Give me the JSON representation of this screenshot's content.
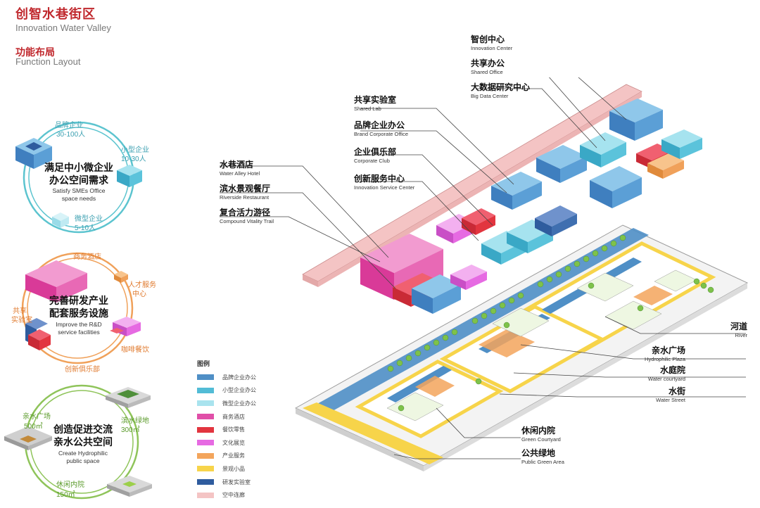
{
  "header": {
    "title_cn": "创智水巷街区",
    "title_en": "Innovation Water Valley",
    "section_cn": "功能布局",
    "section_en": "Function Layout"
  },
  "circle1": {
    "center_cn_1": "满足中小微企业",
    "center_cn_2": "办公空间需求",
    "center_en_1": "Satisfy SMEs Office",
    "center_en_2": "space needs",
    "label_brand_cn": "品牌企业",
    "label_brand_num": "30-100人",
    "label_small_cn": "小型企业",
    "label_small_num": "10-30人",
    "label_micro_cn": "微型企业",
    "label_micro_num": "5-10人"
  },
  "circle2": {
    "center_cn_1": "完善研发产业",
    "center_cn_2": "配套服务设施",
    "center_en_1": "Improve the R&D",
    "center_en_2": "service facilities",
    "label_hotel": "商务酒店",
    "label_talent_1": "人才服务",
    "label_talent_2": "中心",
    "label_lab_1": "共享",
    "label_lab_2": "实验室",
    "label_cafe": "咖啡餐饮",
    "label_club": "创新俱乐部"
  },
  "circle3": {
    "center_cn_1": "创造促进交流",
    "center_cn_2": "亲水公共空间",
    "center_en_1": "Create Hydrophilic",
    "center_en_2": "public space",
    "label_plaza_cn": "亲水广场",
    "label_plaza_num": "500㎡",
    "label_green_cn": "滨水绿地",
    "label_green_num": "300㎡",
    "label_courtyard_cn": "休闲内院",
    "label_courtyard_num": "150㎡"
  },
  "legend": {
    "title": "图例",
    "items": [
      {
        "label": "品牌企业办公",
        "color": "#4f8fc6"
      },
      {
        "label": "小型企业办公",
        "color": "#52bcd6"
      },
      {
        "label": "微型企业办公",
        "color": "#a9e3ee"
      },
      {
        "label": "商务酒店",
        "color": "#e04fa8"
      },
      {
        "label": "餐饮零售",
        "color": "#e2353f"
      },
      {
        "label": "文化展览",
        "color": "#e66ae2"
      },
      {
        "label": "产业服务",
        "color": "#f3a55c"
      },
      {
        "label": "景观小品",
        "color": "#f7d44a"
      },
      {
        "label": "研发实验室",
        "color": "#2f5c9e"
      },
      {
        "label": "空中连廊",
        "color": "#f4c4c4"
      }
    ]
  },
  "labels": {
    "innovation_center": {
      "cn": "智创中心",
      "en": "Innovation Center"
    },
    "shared_office": {
      "cn": "共享办公",
      "en": "Shared Office"
    },
    "big_data": {
      "cn": "大数据研究中心",
      "en": "Big Data Center"
    },
    "shared_lab": {
      "cn": "共享实验室",
      "en": "Shared Lab"
    },
    "brand_office": {
      "cn": "品牌企业办公",
      "en": "Brand Corporate Office"
    },
    "corporate_club": {
      "cn": "企业俱乐部",
      "en": "Corporate Club"
    },
    "service_center": {
      "cn": "创新服务中心",
      "en": "Innovation Service Center"
    },
    "hotel": {
      "cn": "水巷酒店",
      "en": "Water Alley Hotel"
    },
    "restaurant": {
      "cn": "滨水景观餐厅",
      "en": "Riverside Restaurant"
    },
    "trail": {
      "cn": "复合活力游径",
      "en": "Compound Vitality Trail"
    },
    "river": {
      "cn": "河道",
      "en": "River"
    },
    "plaza": {
      "cn": "亲水广场",
      "en": "Hydrophilic Plaza"
    },
    "courtyard": {
      "cn": "水庭院",
      "en": "Water courtyard"
    },
    "street": {
      "cn": "水街",
      "en": "Water Street"
    },
    "green_courtyard": {
      "cn": "休闲内院",
      "en": "Green Courtyard"
    },
    "public_green": {
      "cn": "公共绿地",
      "en": "Public Green Area"
    }
  }
}
